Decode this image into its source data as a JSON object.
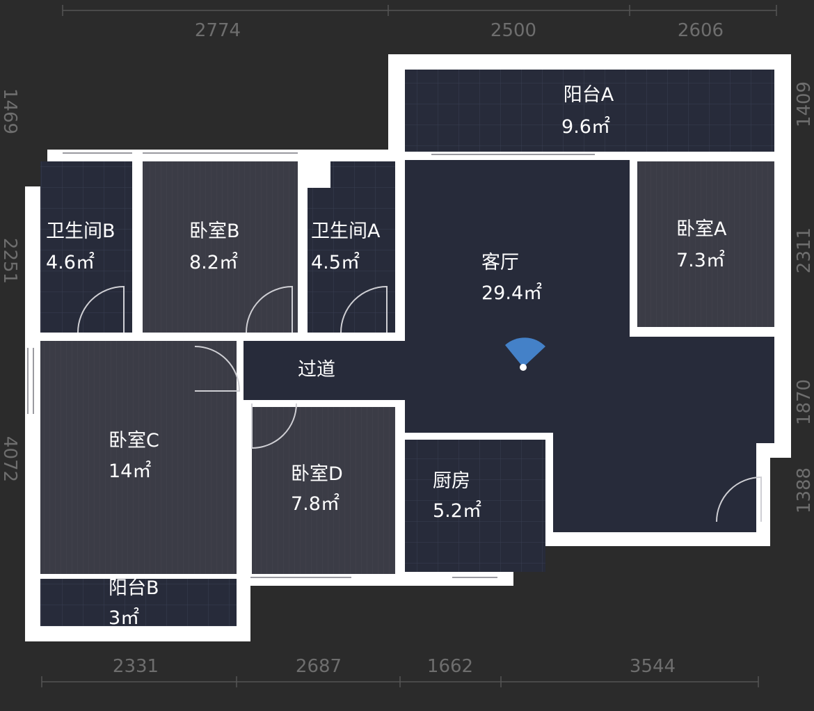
{
  "colors": {
    "background": "#2b2b2b",
    "wall": "#ffffff",
    "room_dark": "#272b3a",
    "bedroom": "#3b3c46",
    "camera": "#4a90e2"
  },
  "dimensions": {
    "top": [
      "2774",
      "2500",
      "2606"
    ],
    "bottom": [
      "2331",
      "2687",
      "1662",
      "3544"
    ],
    "left": [
      "1469",
      "2251",
      "4072"
    ],
    "right": [
      "1409",
      "2311",
      "1870",
      "1388"
    ]
  },
  "rooms": {
    "balcony_a": {
      "name": "阳台A",
      "area": "9.6㎡"
    },
    "bathroom_b": {
      "name": "卫生间B",
      "area": "4.6㎡"
    },
    "bedroom_b": {
      "name": "卧室B",
      "area": "8.2㎡"
    },
    "bathroom_a": {
      "name": "卫生间A",
      "area": "4.5㎡"
    },
    "living_room": {
      "name": "客厅",
      "area": "29.4㎡"
    },
    "bedroom_a": {
      "name": "卧室A",
      "area": "7.3㎡"
    },
    "corridor": {
      "name": "过道"
    },
    "bedroom_c": {
      "name": "卧室C",
      "area": "14㎡"
    },
    "bedroom_d": {
      "name": "卧室D",
      "area": "7.8㎡"
    },
    "kitchen": {
      "name": "厨房",
      "area": "5.2㎡"
    },
    "balcony_b": {
      "name": "阳台B",
      "area": "3㎡"
    }
  }
}
